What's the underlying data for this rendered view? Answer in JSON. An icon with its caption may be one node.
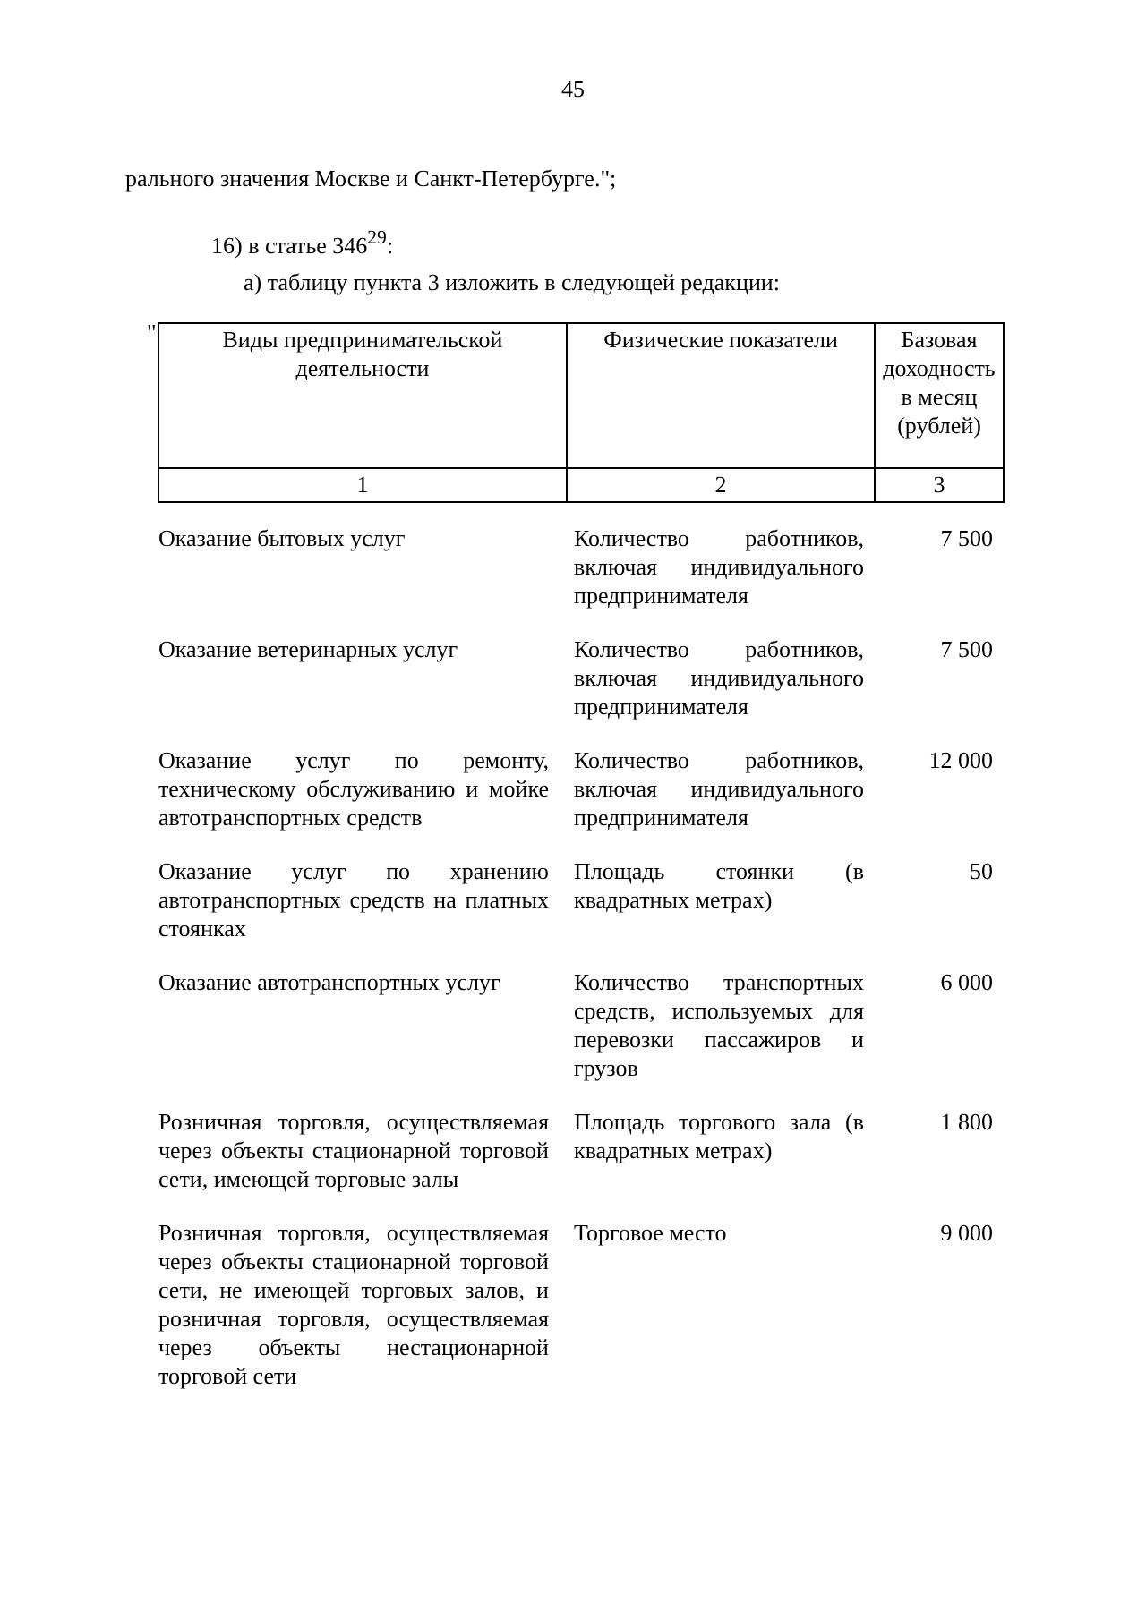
{
  "diagram": {
    "labels": [
      "45",
      "рального значения Москве и Санкт-Петербурге.\";",
      "16) в статье 346$^{29}$:",
      "а) таблицу пункта 3 изложить в следующей редакции:",
      "\"",
      "Виды предпринимательской деятельности",
      "Физические показатели",
      "Базовая доходность в месяц (рублей)",
      "1",
      "2",
      "3",
      "Оказание бытовых услуг",
      "Количество работников, включая индивидуального предпринимателя",
      "7 500",
      "Оказание ветеринарных услуг",
      "Количество работников, включая индивидуального предпринимателя",
      "7 500",
      "Оказание услуг по ремонту, техническому обслуживанию и мойке автотранспортных средств",
      "Количество работников, включая индивидуального предпринимателя",
      "12 000",
      "Оказание услуг по хранению автотранспортных средств на платных стоянках",
      "Площадь стоянки (в квадратных метрах)",
      "50",
      "Оказание автотранспортных услуг",
      "Количество транспортных средств, используемых для перевозки пассажиров и грузов",
      "6 000",
      "Розничная торговля, осуществляемая через объекты стационарной торговой сети, имеющей торговые залы",
      "Площадь торгового зала (в квадратных метрах)",
      "1 800",
      "Розничная торговля, осуществляемая через объекты стационарной торговой сети, не имеющей торговых залов, и розничная торговля, осуществляемая через объекты нестационарной торговой сети",
      "Торговое место",
      "9 000"
    ]
  }
}
